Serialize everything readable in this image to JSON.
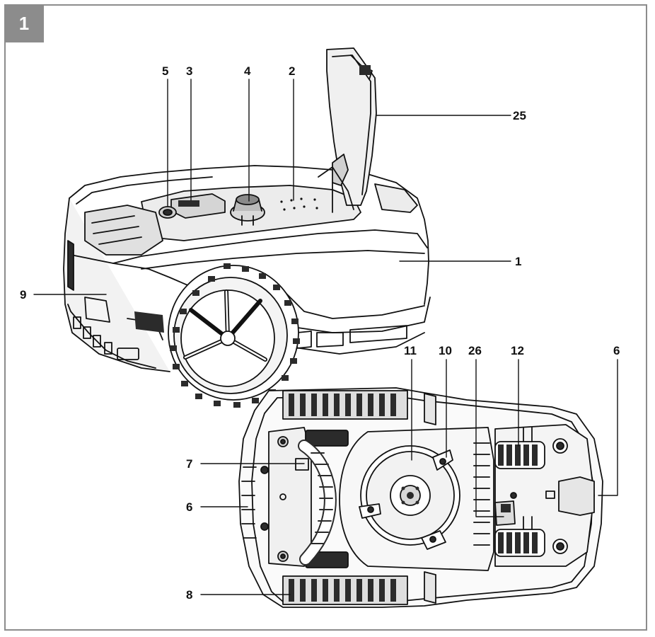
{
  "figure": {
    "number": "1"
  },
  "callouts": {
    "c5": "5",
    "c3": "3",
    "c4": "4",
    "c2": "2",
    "c25": "25",
    "c1": "1",
    "c9": "9",
    "c11": "11",
    "c10": "10",
    "c26": "26",
    "c12": "12",
    "c6_right": "6",
    "c7": "7",
    "c6_left": "6",
    "c8": "8"
  },
  "colors": {
    "ink": "#111111",
    "frame": "#8c8c8c",
    "badge_text": "#ffffff",
    "fill_dark": "#2b2b2b",
    "fill_mid": "#bdbdbd",
    "fill_light": "#e6e6e6"
  }
}
